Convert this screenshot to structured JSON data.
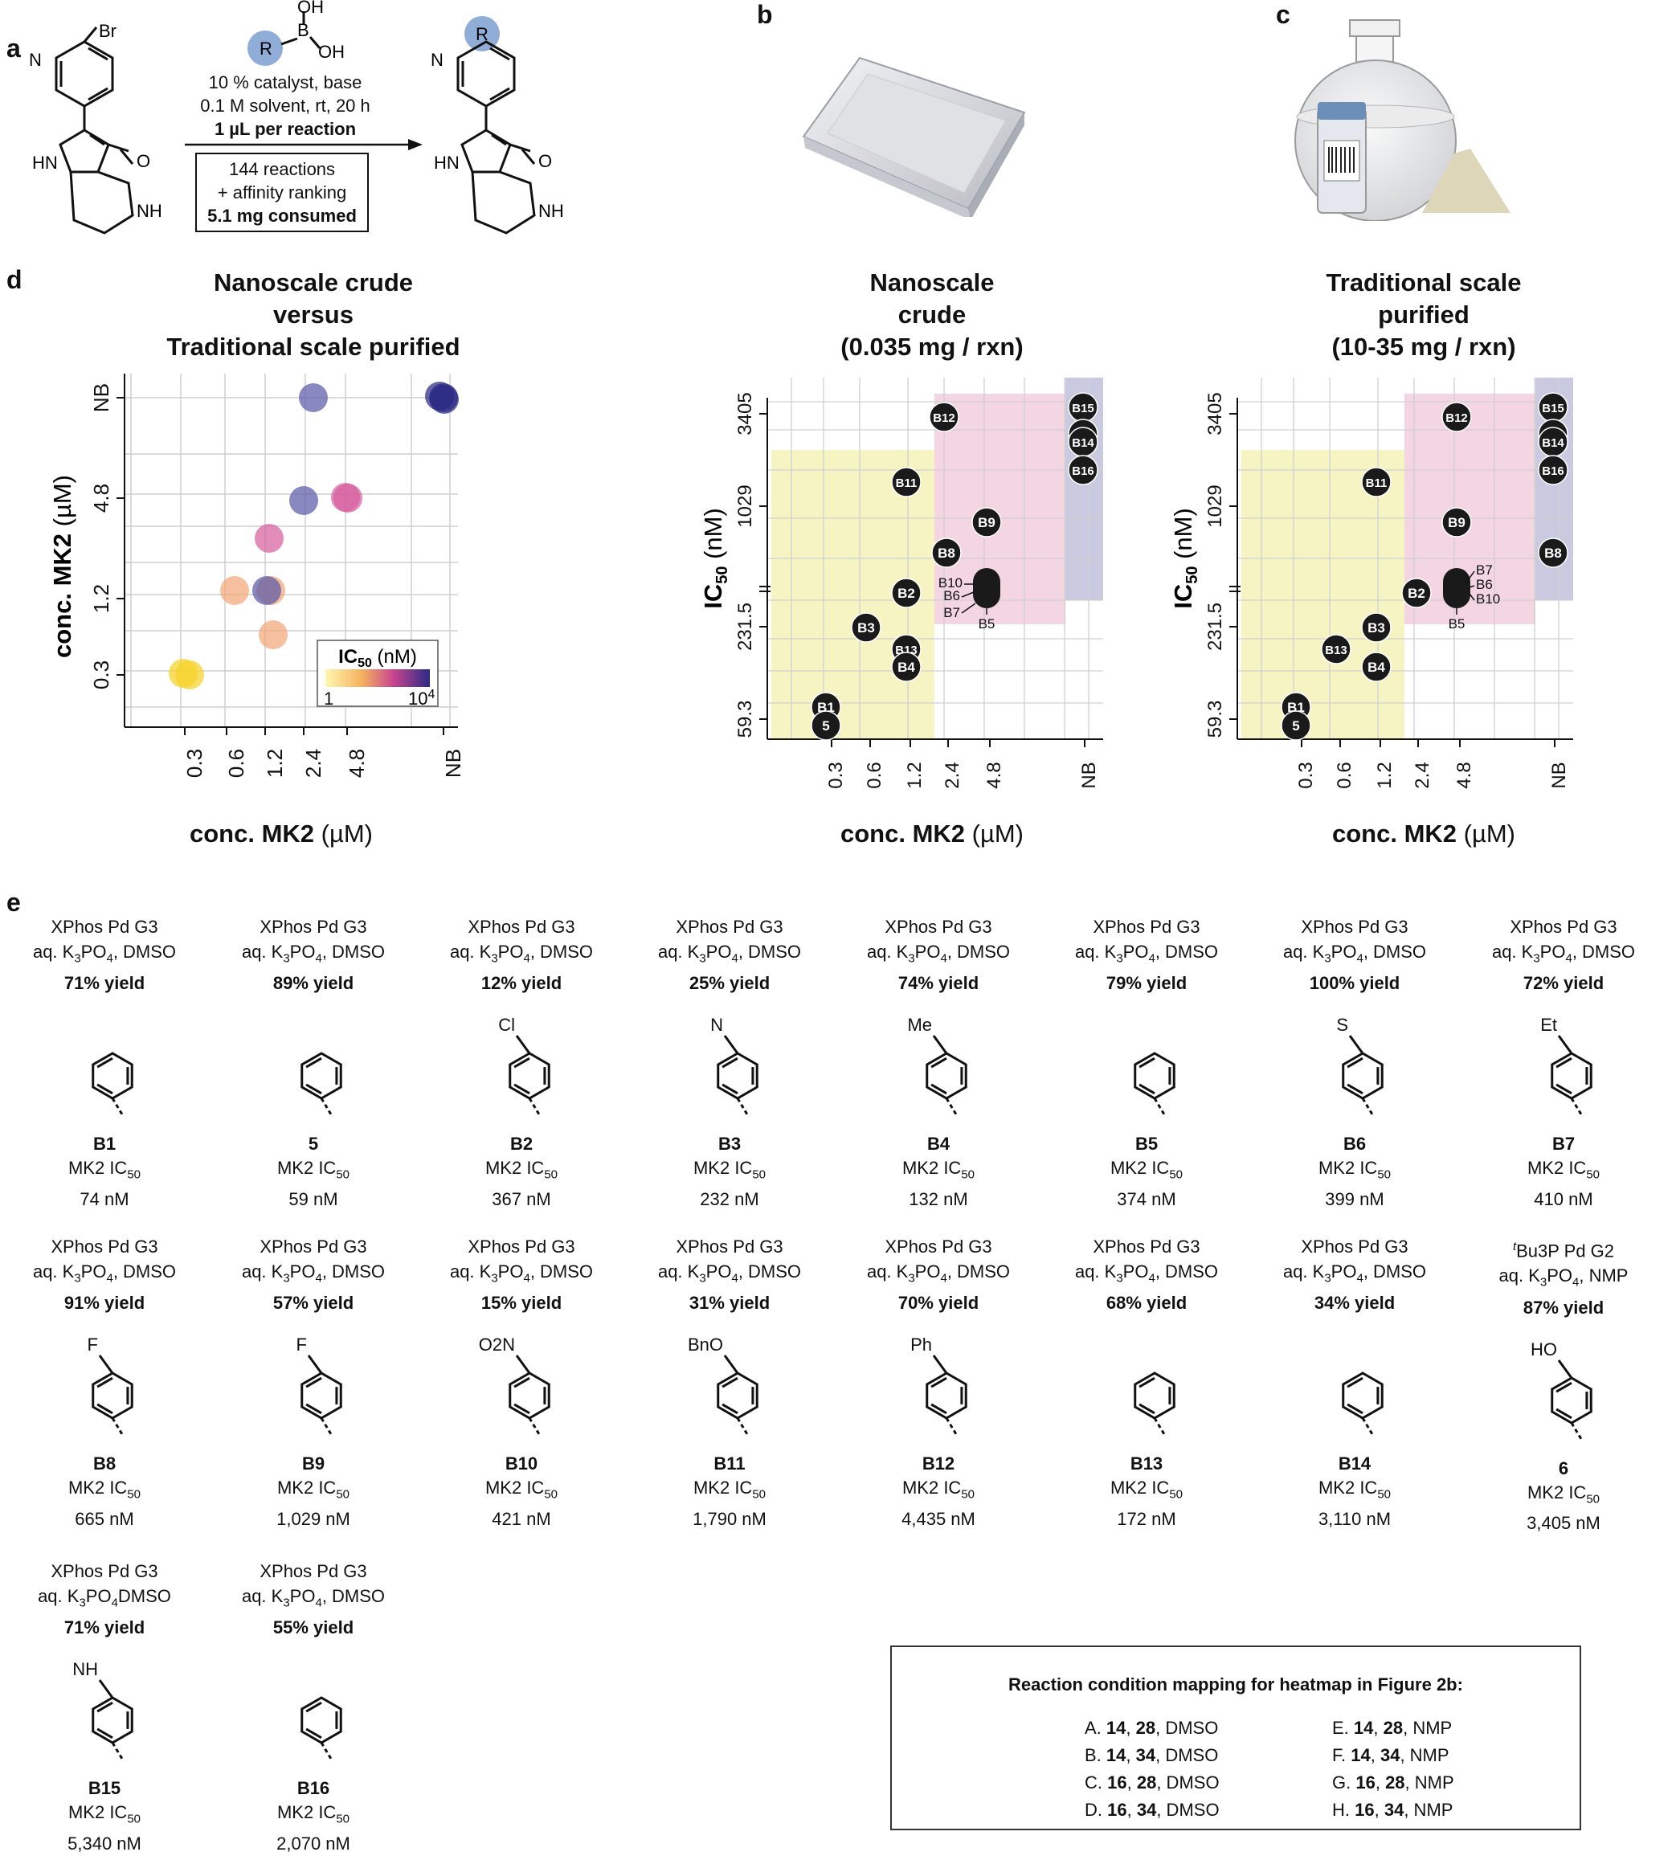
{
  "panels": {
    "a": {
      "letter": "a",
      "reactant_atom_br": "Br",
      "boronic": {
        "oh1": "OH",
        "oh2": "OH",
        "b": "B",
        "r": "R"
      },
      "conditions": [
        "10 % catalyst, base",
        "0.1 M solvent, rt, 20 h",
        "1 µL per reaction"
      ],
      "box_lines": [
        "144 reactions",
        "+ affinity ranking",
        "5.1 mg consumed"
      ],
      "product_r": "R",
      "atom_labels": {
        "n": "N",
        "hn": "HN",
        "nh": "NH",
        "o": "O"
      }
    },
    "b": {
      "letter": "b"
    },
    "c": {
      "letter": "c"
    },
    "d": {
      "letter": "d"
    },
    "e": {
      "letter": "e"
    }
  },
  "plot_comparison": {
    "title_lines": [
      "Nanoscale crude",
      "versus",
      "Traditional scale purified"
    ],
    "ylabel_bold": "conc. MK2",
    "ylabel_unit": "(µM)",
    "xlabel_bold": "conc. MK2",
    "xlabel_unit": "(µM)",
    "x_ticks": [
      "0.3",
      "0.6",
      "1.2",
      "2.4",
      "4.8",
      "NB"
    ],
    "y_ticks": [
      "0.3",
      "1.2",
      "4.8",
      "NB"
    ],
    "legend": {
      "title": "IC",
      "title_sub": "50",
      "title_unit": "(nM)",
      "min": "1",
      "max_base": "10",
      "max_exp": "4"
    },
    "colors": {
      "low": "#f5d328",
      "mid1": "#f2a679",
      "mid2": "#d75fa0",
      "high": "#5c5aa8",
      "top": "#2b2a85"
    }
  },
  "plot_nano": {
    "title_lines": [
      "Nanoscale",
      "crude",
      "(0.035  mg / rxn)"
    ],
    "ylabel_bold": "IC",
    "ylabel_sub": "50",
    "ylabel_unit": "(nM)",
    "xlabel_bold": "conc. MK2",
    "xlabel_unit": "(µM)",
    "x_ticks": [
      "0.3",
      "0.6",
      "1.2",
      "2.4",
      "4.8",
      "NB"
    ],
    "y_ticks": [
      "3405",
      "1029",
      "231.5",
      "59.3"
    ],
    "points": [
      "B15",
      "6",
      "B14",
      "B16",
      "B12",
      "B11",
      "B9",
      "B8",
      "B2",
      "B3",
      "B13",
      "B4",
      "B1",
      "5"
    ],
    "cluster_labels": [
      "B10",
      "B6",
      "B7",
      "B5"
    ]
  },
  "plot_trad": {
    "title_lines": [
      "Traditional scale",
      "purified",
      "(10-35 mg / rxn)"
    ],
    "ylabel_bold": "IC",
    "ylabel_sub": "50",
    "ylabel_unit": "(nM)",
    "xlabel_bold": "conc. MK2",
    "xlabel_unit": "(µM)",
    "x_ticks": [
      "0.3",
      "0.6",
      "1.2",
      "2.4",
      "4.8",
      "NB"
    ],
    "y_ticks": [
      "3405",
      "1029",
      "231.5",
      "59.3"
    ],
    "points": [
      "B15",
      "6",
      "B14",
      "B16",
      "B8",
      "B12",
      "B11",
      "B9",
      "B2",
      "B3",
      "B13",
      "B4",
      "B1",
      "5"
    ],
    "cluster_labels": [
      "B7",
      "B6",
      "B10",
      "B5"
    ]
  },
  "compounds": [
    {
      "cat": "XPhos Pd G3",
      "base_pre": "aq. K",
      "base_sub1": "3",
      "base_mid": "PO",
      "base_sub2": "4",
      "base_post": ", DMSO",
      "yield": "71% yield",
      "id": "B1",
      "assay": "MK2 IC",
      "assay_sub": "50",
      "ic50": "74 nM",
      "sub_label": ""
    },
    {
      "cat": "XPhos Pd G3",
      "base_pre": "aq. K",
      "base_sub1": "3",
      "base_mid": "PO",
      "base_sub2": "4",
      "base_post": ", DMSO",
      "yield": "89% yield",
      "id": "5",
      "assay": "MK2 IC",
      "assay_sub": "50",
      "ic50": "59 nM",
      "sub_label": ""
    },
    {
      "cat": "XPhos Pd G3",
      "base_pre": "aq. K",
      "base_sub1": "3",
      "base_mid": "PO",
      "base_sub2": "4",
      "base_post": ", DMSO",
      "yield": "12% yield",
      "id": "B2",
      "assay": "MK2 IC",
      "assay_sub": "50",
      "ic50": "367 nM",
      "sub_label": "Cl"
    },
    {
      "cat": "XPhos Pd G3",
      "base_pre": "aq. K",
      "base_sub1": "3",
      "base_mid": "PO",
      "base_sub2": "4",
      "base_post": ", DMSO",
      "yield": "25% yield",
      "id": "B3",
      "assay": "MK2 IC",
      "assay_sub": "50",
      "ic50": "232 nM",
      "sub_label": "N"
    },
    {
      "cat": "XPhos Pd G3",
      "base_pre": "aq. K",
      "base_sub1": "3",
      "base_mid": "PO",
      "base_sub2": "4",
      "base_post": ", DMSO",
      "yield": "74% yield",
      "id": "B4",
      "assay": "MK2 IC",
      "assay_sub": "50",
      "ic50": "132 nM",
      "sub_label": "Me"
    },
    {
      "cat": "XPhos Pd G3",
      "base_pre": "aq. K",
      "base_sub1": "3",
      "base_mid": "PO",
      "base_sub2": "4",
      "base_post": ", DMSO",
      "yield": "79% yield",
      "id": "B5",
      "assay": "MK2 IC",
      "assay_sub": "50",
      "ic50": "374 nM",
      "sub_label": ""
    },
    {
      "cat": "XPhos Pd G3",
      "base_pre": "aq. K",
      "base_sub1": "3",
      "base_mid": "PO",
      "base_sub2": "4",
      "base_post": ", DMSO",
      "yield": "100% yield",
      "id": "B6",
      "assay": "MK2 IC",
      "assay_sub": "50",
      "ic50": "399 nM",
      "sub_label": "S"
    },
    {
      "cat": "XPhos Pd G3",
      "base_pre": "aq. K",
      "base_sub1": "3",
      "base_mid": "PO",
      "base_sub2": "4",
      "base_post": ", DMSO",
      "yield": "72% yield",
      "id": "B7",
      "assay": "MK2 IC",
      "assay_sub": "50",
      "ic50": "410 nM",
      "sub_label": "Et"
    },
    {
      "cat": "XPhos Pd G3",
      "base_pre": "aq. K",
      "base_sub1": "3",
      "base_mid": "PO",
      "base_sub2": "4",
      "base_post": ", DMSO",
      "yield": "91% yield",
      "id": "B8",
      "assay": "MK2 IC",
      "assay_sub": "50",
      "ic50": "665 nM",
      "sub_label": "F"
    },
    {
      "cat": "XPhos Pd G3",
      "base_pre": "aq. K",
      "base_sub1": "3",
      "base_mid": "PO",
      "base_sub2": "4",
      "base_post": ", DMSO",
      "yield": "57% yield",
      "id": "B9",
      "assay": "MK2 IC",
      "assay_sub": "50",
      "ic50": "1,029 nM",
      "sub_label": "F"
    },
    {
      "cat": "XPhos Pd G3",
      "base_pre": "aq. K",
      "base_sub1": "3",
      "base_mid": "PO",
      "base_sub2": "4",
      "base_post": ", DMSO",
      "yield": "15% yield",
      "id": "B10",
      "assay": "MK2 IC",
      "assay_sub": "50",
      "ic50": "421 nM",
      "sub_label": "O2N"
    },
    {
      "cat": "XPhos Pd G3",
      "base_pre": "aq. K",
      "base_sub1": "3",
      "base_mid": "PO",
      "base_sub2": "4",
      "base_post": ", DMSO",
      "yield": "31% yield",
      "id": "B11",
      "assay": "MK2 IC",
      "assay_sub": "50",
      "ic50": "1,790 nM",
      "sub_label": "BnO"
    },
    {
      "cat": "XPhos Pd G3",
      "base_pre": "aq. K",
      "base_sub1": "3",
      "base_mid": "PO",
      "base_sub2": "4",
      "base_post": ", DMSO",
      "yield": "70% yield",
      "id": "B12",
      "assay": "MK2 IC",
      "assay_sub": "50",
      "ic50": "4,435 nM",
      "sub_label": "Ph"
    },
    {
      "cat": "XPhos Pd G3",
      "base_pre": "aq. K",
      "base_sub1": "3",
      "base_mid": "PO",
      "base_sub2": "4",
      "base_post": ", DMSO",
      "yield": "68% yield",
      "id": "B13",
      "assay": "MK2 IC",
      "assay_sub": "50",
      "ic50": "172 nM",
      "sub_label": ""
    },
    {
      "cat": "XPhos Pd G3",
      "base_pre": "aq. K",
      "base_sub1": "3",
      "base_mid": "PO",
      "base_sub2": "4",
      "base_post": ", DMSO",
      "yield": "34% yield",
      "id": "B14",
      "assay": "MK2 IC",
      "assay_sub": "50",
      "ic50": "3,110 nM",
      "sub_label": ""
    },
    {
      "cat_sup": "t",
      "cat": "Bu3P Pd G2",
      "base_pre": "aq. K",
      "base_sub1": "3",
      "base_mid": "PO",
      "base_sub2": "4",
      "base_post": ", NMP",
      "yield": "87% yield",
      "id": "6",
      "assay": "MK2 IC",
      "assay_sub": "50",
      "ic50": "3,405 nM",
      "sub_label": "HO"
    },
    {
      "cat": "XPhos Pd G3",
      "base_pre": "aq. K",
      "base_sub1": "3",
      "base_mid": "PO",
      "base_sub2": "4",
      "base_post": "DMSO",
      "yield": "71% yield",
      "id": "B15",
      "assay": "MK2 IC",
      "assay_sub": "50",
      "ic50": "5,340 nM",
      "sub_label": "NH"
    },
    {
      "cat": "XPhos Pd G3",
      "base_pre": "aq. K",
      "base_sub1": "3",
      "base_mid": "PO",
      "base_sub2": "4",
      "base_post": ", DMSO",
      "yield": "55% yield",
      "id": "B16",
      "assay": "MK2 IC",
      "assay_sub": "50",
      "ic50": "2,070 nM",
      "sub_label": ""
    }
  ],
  "mapping": {
    "title": "Reaction condition mapping for heatmap in Figure 2b:",
    "left": [
      {
        "key": "A. ",
        "n1": "14",
        "n2": "28",
        "solvent": ", DMSO"
      },
      {
        "key": "B. ",
        "n1": "14",
        "n2": "34",
        "solvent": ", DMSO"
      },
      {
        "key": "C. ",
        "n1": "16",
        "n2": "28",
        "solvent": ", DMSO"
      },
      {
        "key": "D. ",
        "n1": "16",
        "n2": "34",
        "solvent": ", DMSO"
      }
    ],
    "right": [
      {
        "key": "E. ",
        "n1": "14",
        "n2": "28",
        "solvent": ", NMP"
      },
      {
        "key": "F. ",
        "n1": "14",
        "n2": "34",
        "solvent": ", NMP"
      },
      {
        "key": "G. ",
        "n1": "16",
        "n2": "28",
        "solvent": ", NMP"
      },
      {
        "key": "H. ",
        "n1": "16",
        "n2": "34",
        "solvent": ", NMP"
      }
    ],
    "sep": ", "
  }
}
